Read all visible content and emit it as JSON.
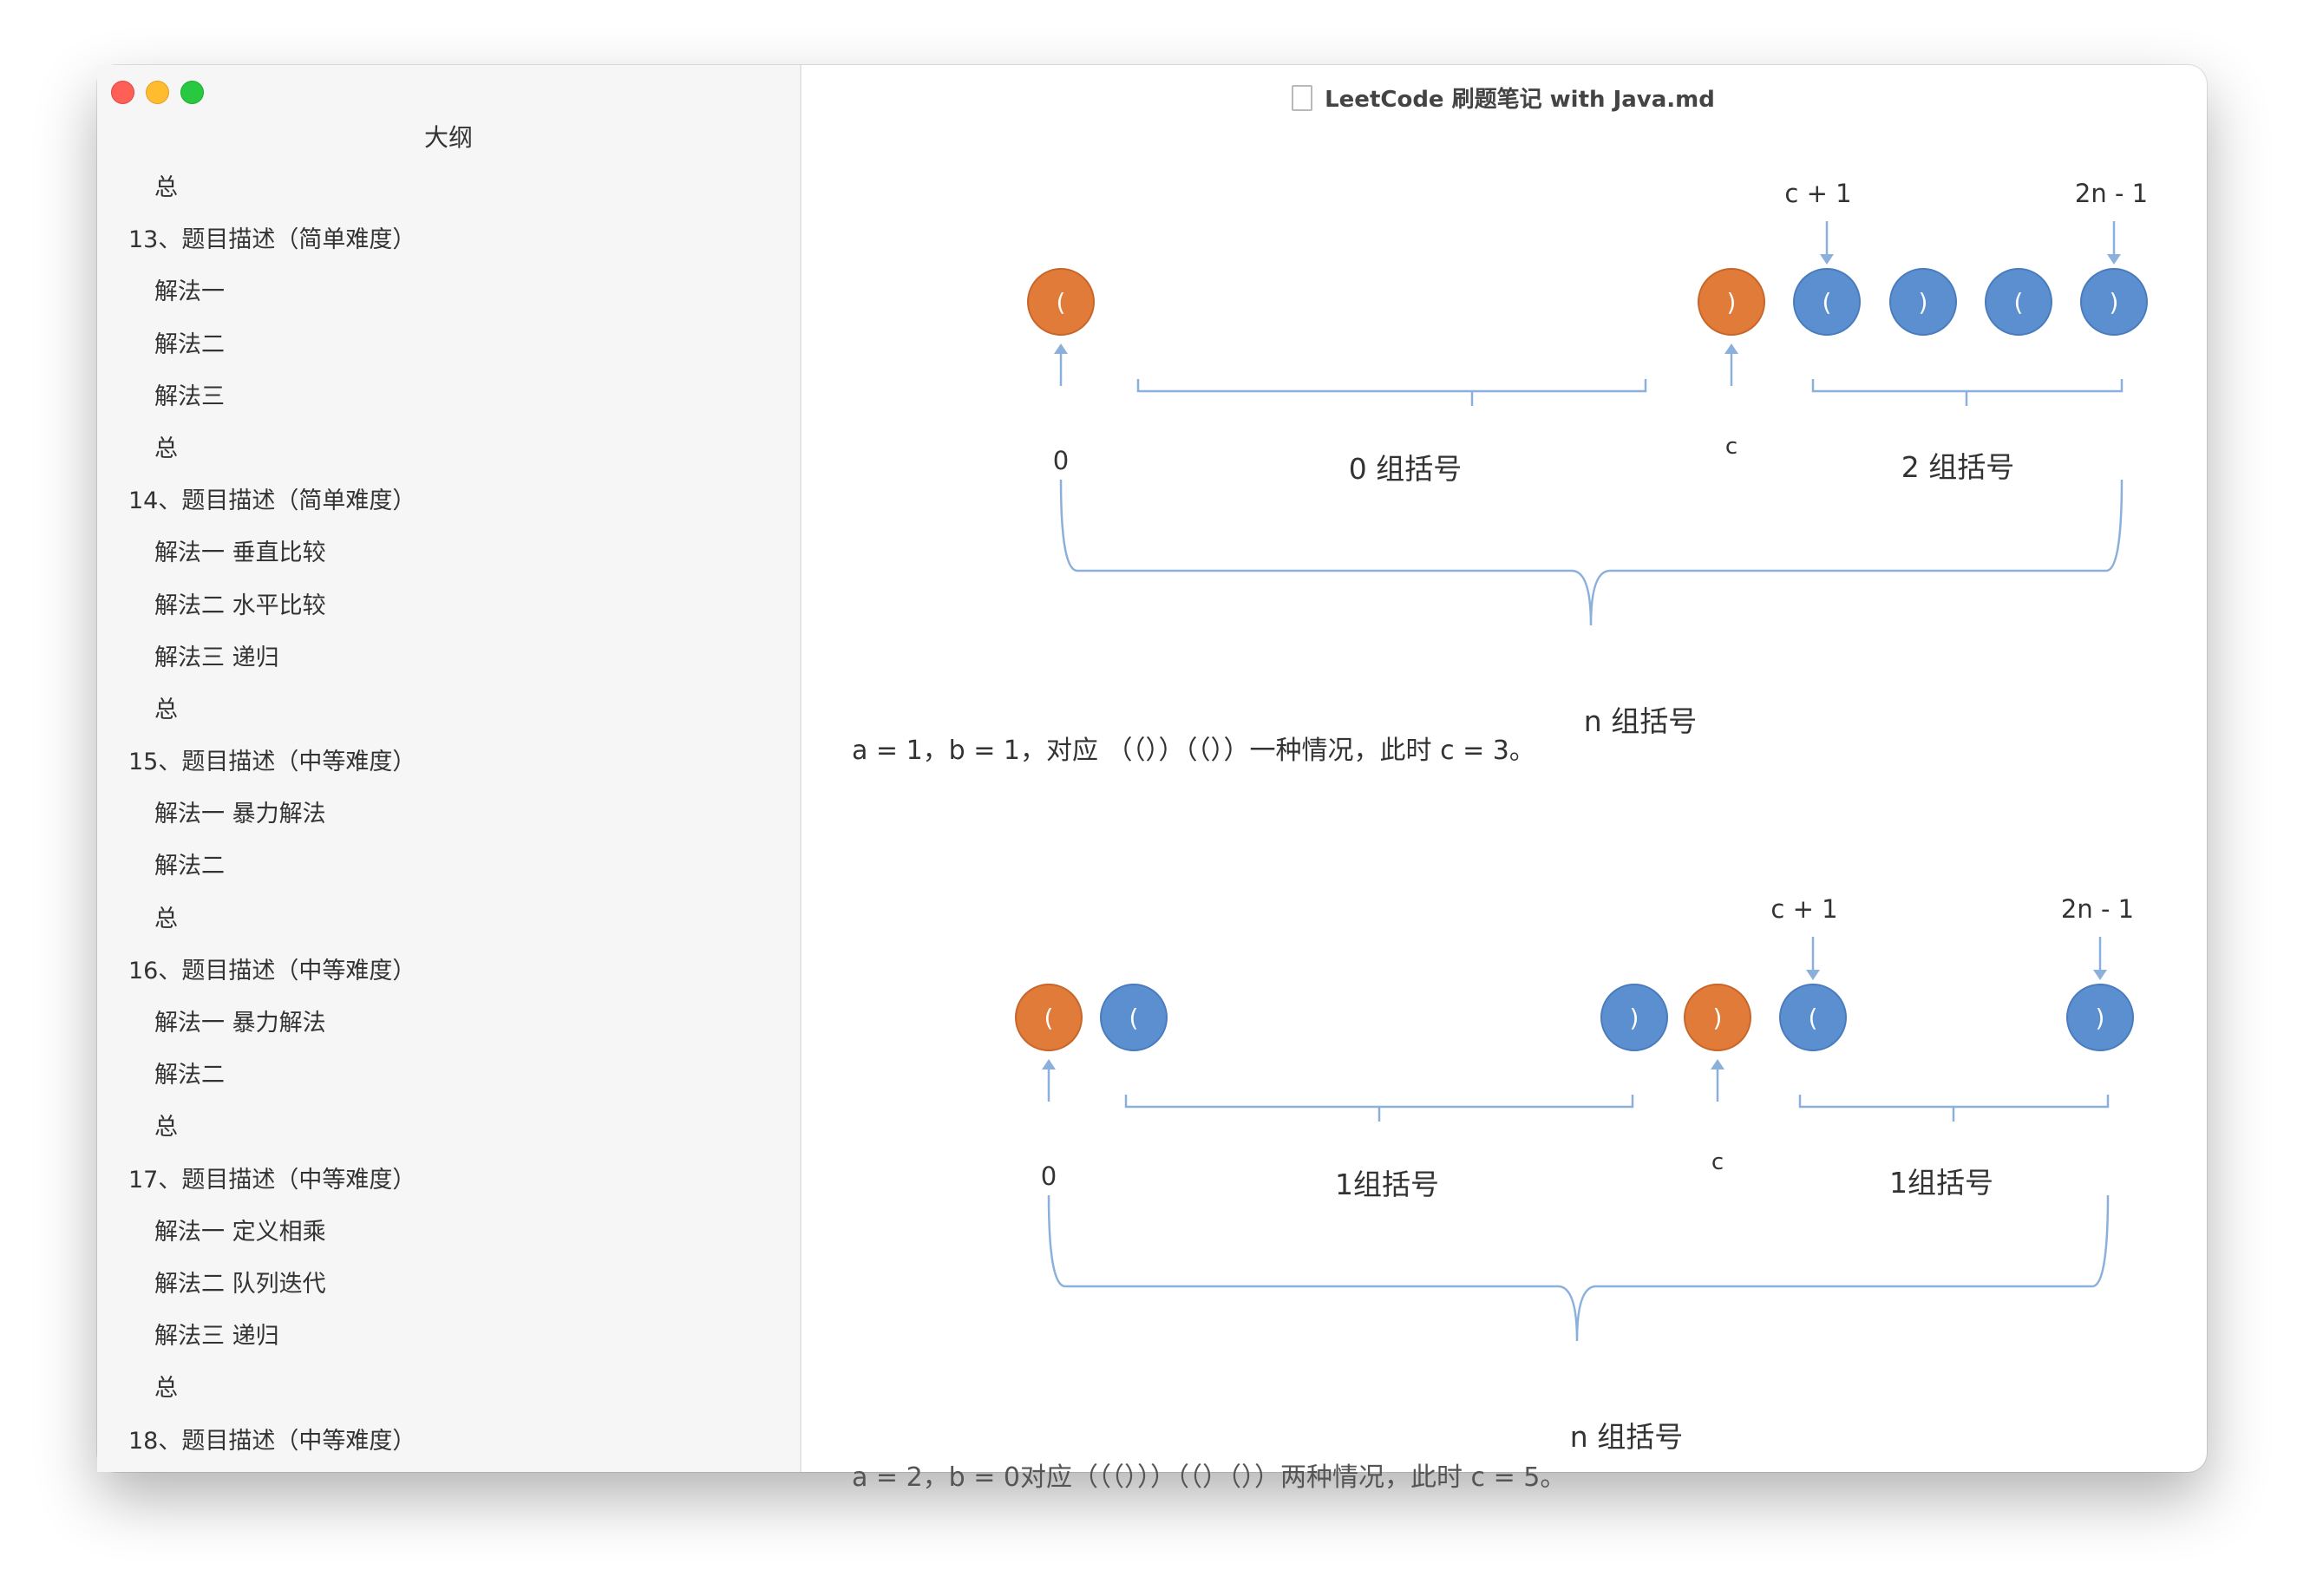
{
  "window": {
    "title": "LeetCode 刷题笔记 with Java.md",
    "document_icon": "document-icon"
  },
  "sidebar": {
    "title": "大纲",
    "items": [
      {
        "label": "总",
        "level": 2
      },
      {
        "label": "13、题目描述（简单难度）",
        "level": 1
      },
      {
        "label": "解法一",
        "level": 2
      },
      {
        "label": "解法二",
        "level": 2
      },
      {
        "label": "解法三",
        "level": 2
      },
      {
        "label": "总",
        "level": 2
      },
      {
        "label": "14、题目描述（简单难度）",
        "level": 1
      },
      {
        "label": "解法一 垂直比较",
        "level": 2
      },
      {
        "label": "解法二 水平比较",
        "level": 2
      },
      {
        "label": "解法三 递归",
        "level": 2
      },
      {
        "label": "总",
        "level": 2
      },
      {
        "label": "15、题目描述（中等难度）",
        "level": 1
      },
      {
        "label": "解法一 暴力解法",
        "level": 2
      },
      {
        "label": "解法二",
        "level": 2
      },
      {
        "label": "总",
        "level": 2
      },
      {
        "label": "16、题目描述（中等难度）",
        "level": 1
      },
      {
        "label": "解法一 暴力解法",
        "level": 2
      },
      {
        "label": "解法二",
        "level": 2
      },
      {
        "label": "总",
        "level": 2
      },
      {
        "label": "17、题目描述（中等难度）",
        "level": 1
      },
      {
        "label": "解法一 定义相乘",
        "level": 2
      },
      {
        "label": "解法二 队列迭代",
        "level": 2
      },
      {
        "label": "解法三 递归",
        "level": 2
      },
      {
        "label": "总",
        "level": 2
      },
      {
        "label": "18、题目描述（中等难度）",
        "level": 1
      }
    ]
  },
  "diagram1": {
    "label_c_plus_1": "c + 1",
    "label_2n_minus_1": "2n - 1",
    "label_zero": "0",
    "label_c": "c",
    "group_left": "0 组括号",
    "group_right": "2 组括号",
    "group_all": "n 组括号",
    "circles": [
      {
        "char": "(",
        "color": "orange"
      },
      {
        "char": ")",
        "color": "orange"
      },
      {
        "char": "(",
        "color": "blue"
      },
      {
        "char": ")",
        "color": "blue"
      },
      {
        "char": "(",
        "color": "blue"
      },
      {
        "char": ")",
        "color": "blue"
      }
    ]
  },
  "paragraph1": "a = 1，b = 1，对应 （（））（（））一种情况，此时 c = 3。",
  "diagram2": {
    "label_c_plus_1": "c + 1",
    "label_2n_minus_1": "2n - 1",
    "label_zero": "0",
    "label_c": "c",
    "group_left": "1组括号",
    "group_right": "1组括号",
    "group_all": "n 组括号",
    "circles": [
      {
        "char": "(",
        "color": "orange"
      },
      {
        "char": "(",
        "color": "blue"
      },
      {
        "char": ")",
        "color": "blue"
      },
      {
        "char": ")",
        "color": "orange"
      },
      {
        "char": "(",
        "color": "blue"
      },
      {
        "char": ")",
        "color": "blue"
      }
    ]
  },
  "paragraph2": "a = 2，b = 0对应（（（）））（（）（））两种情况，此时 c = 5。",
  "colors": {
    "orange": "#e07b39",
    "blue": "#5b8fd0",
    "line": "#8cb0dc",
    "label": "#333333"
  }
}
